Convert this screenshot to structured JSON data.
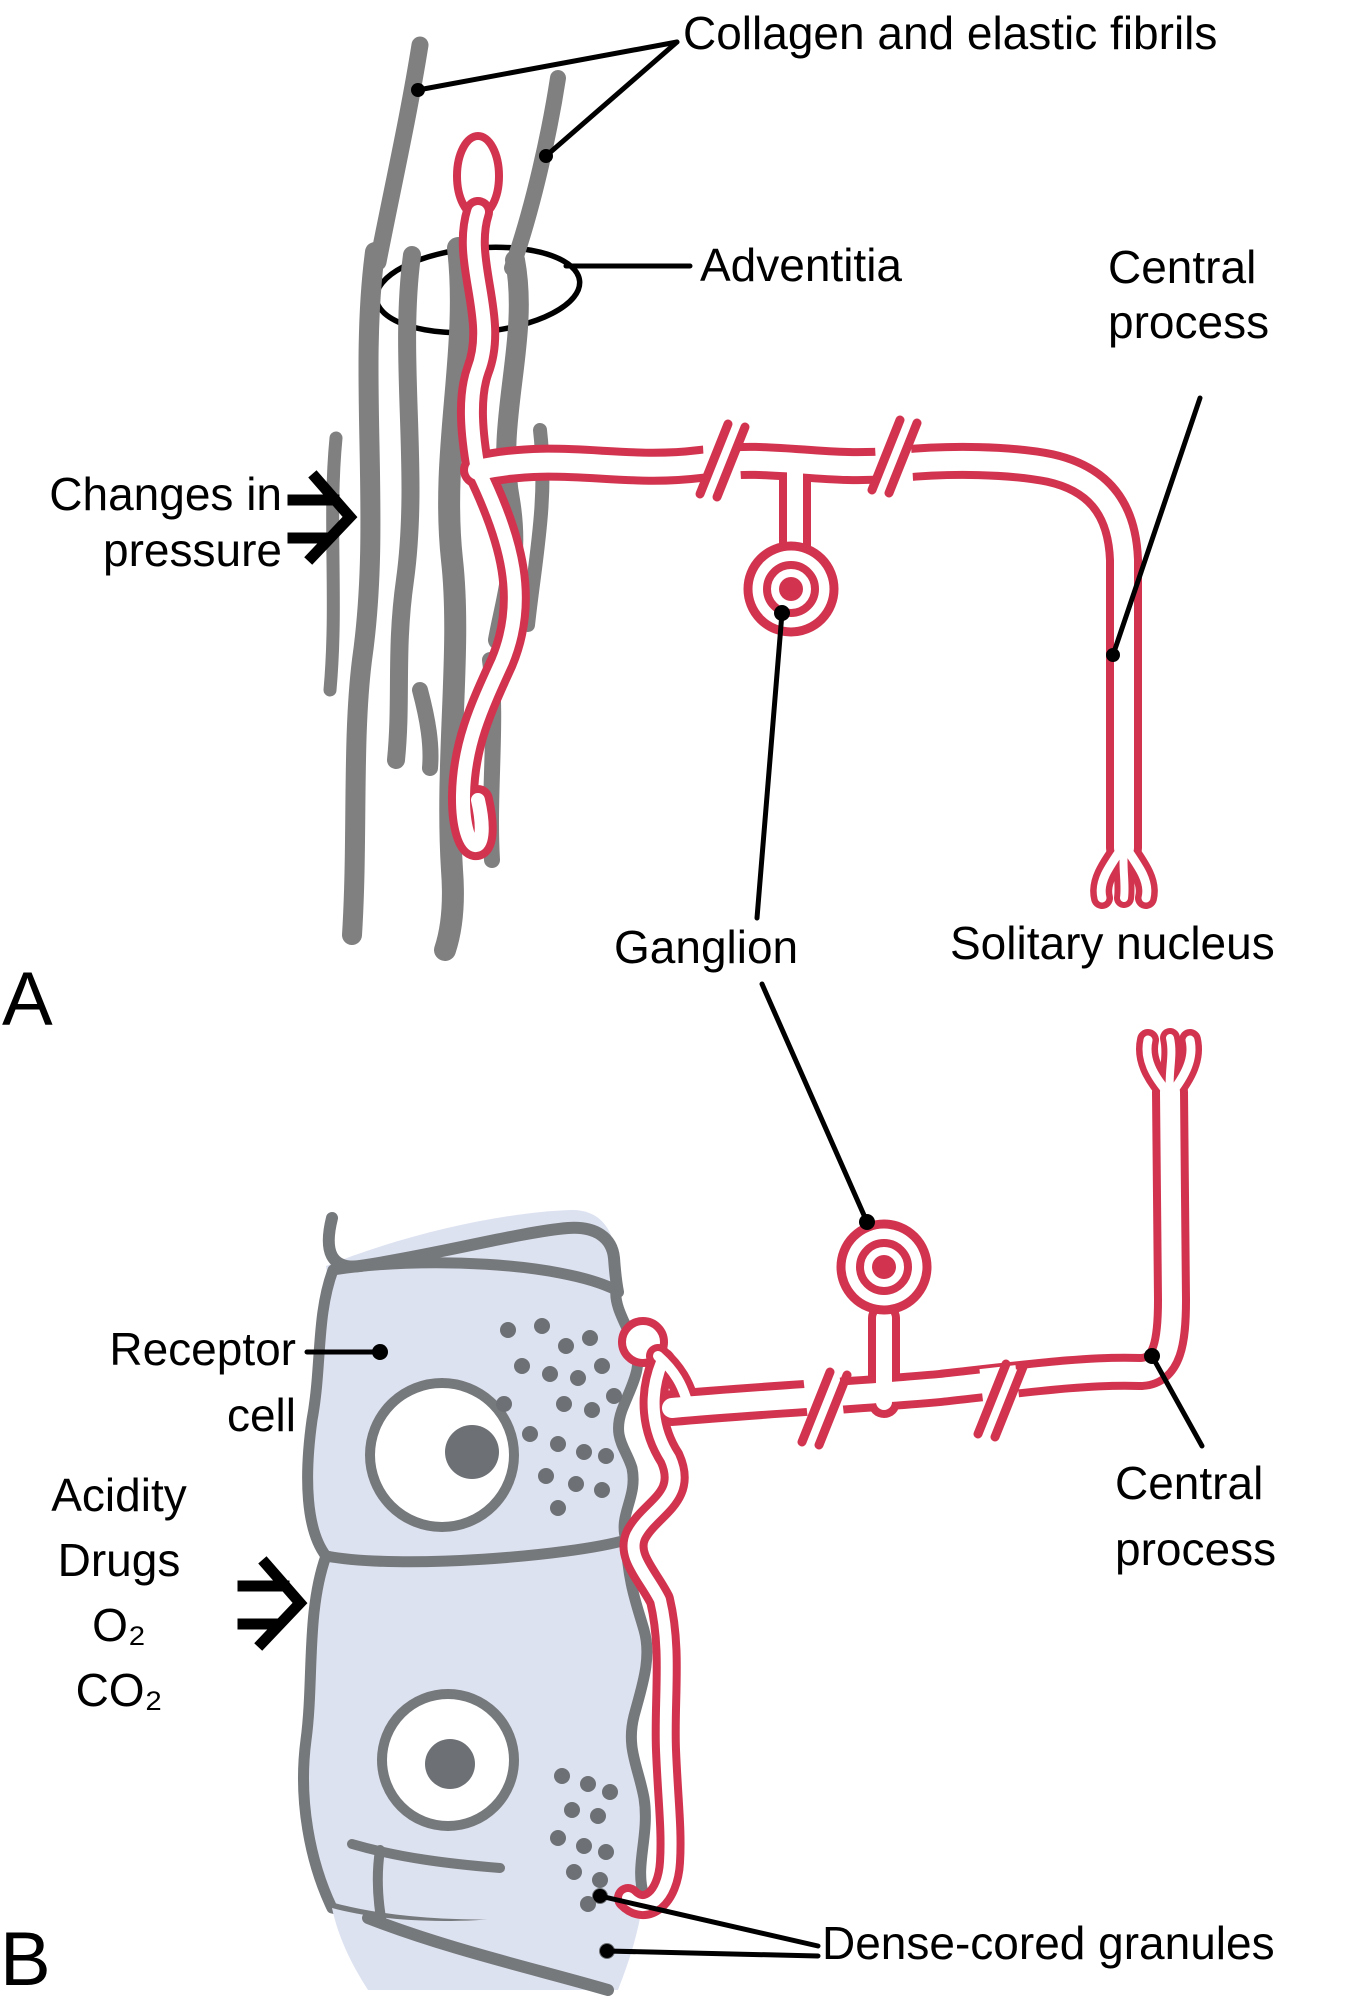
{
  "colors": {
    "red": "#d2344f",
    "fibril": "#808080",
    "cell-outline": "#76797c",
    "cell-fill": "#dde2f1",
    "granule": "#6d7175",
    "ink": "#000000",
    "bg": "#ffffff"
  },
  "panel_a": {
    "letter": "A",
    "collagen_label": "Collagen and elastic fibrils",
    "adventitia_label": "Adventitia",
    "central_process_line1": "Central",
    "central_process_line2": "process",
    "stimulus_line1": "Changes in",
    "stimulus_line2": "pressure",
    "ganglion_label": "Ganglion",
    "solitary_nucleus_label": "Solitary nucleus"
  },
  "panel_b": {
    "letter": "B",
    "receptor_line1": "Receptor",
    "receptor_line2": "cell",
    "stimuli": [
      "Acidity",
      "Drugs",
      "O₂",
      "CO₂"
    ],
    "central_process_line1": "Central",
    "central_process_line2": "process",
    "dense_cored_label": "Dense-cored granules"
  }
}
